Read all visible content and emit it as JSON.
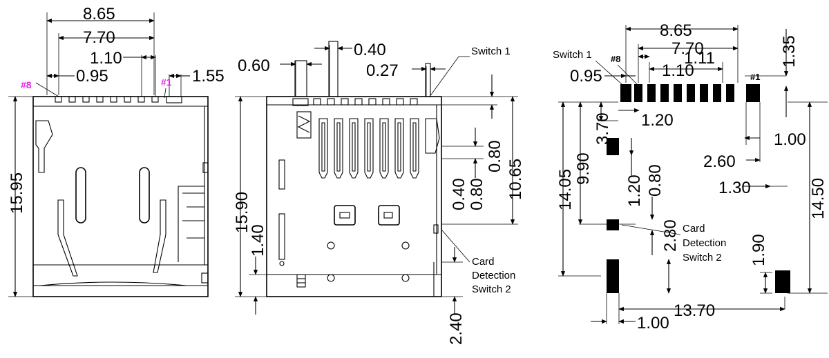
{
  "colors": {
    "line": "#000000",
    "pin_marker": "#e81fe8",
    "background": "#ffffff"
  },
  "left_view": {
    "dims": {
      "d865": "8.65",
      "d770": "7.70",
      "d110": "1.10",
      "d095": "0.95",
      "d155": "1.55",
      "d1595": "15.95"
    },
    "pin8": "#8",
    "pin1": "#1"
  },
  "middle_view": {
    "dims": {
      "d040": "0.40",
      "d060": "0.60",
      "d027": "0.27",
      "d080a": "0.80",
      "d1065": "10.65",
      "d040b": "0.40",
      "d080b": "0.80",
      "d1590": "15.90",
      "d140": "1.40",
      "d240": "2.40"
    },
    "switch1": "Switch 1",
    "card_detection": [
      "Card",
      "Detection",
      "Switch 2"
    ]
  },
  "right_view": {
    "dims": {
      "d865": "8.65",
      "d770": "7.70",
      "d111": "1.11",
      "d110": "1.10",
      "d095": "0.95",
      "d135": "1.35",
      "d120a": "1.20",
      "d370": "3.70",
      "d100a": "1.00",
      "d990": "9.90",
      "d260": "2.60",
      "d1405": "14.05",
      "d120b": "1.20",
      "d080": "0.80",
      "d1450": "14.50",
      "d130": "1.30",
      "d280": "2.80",
      "d190": "1.90",
      "d1370": "13.70",
      "d100b": "1.00"
    },
    "switch1": "Switch 1",
    "pin8": "#8",
    "pin1": "#1",
    "card_detection": [
      "Card",
      "Detection",
      "Switch 2"
    ]
  }
}
